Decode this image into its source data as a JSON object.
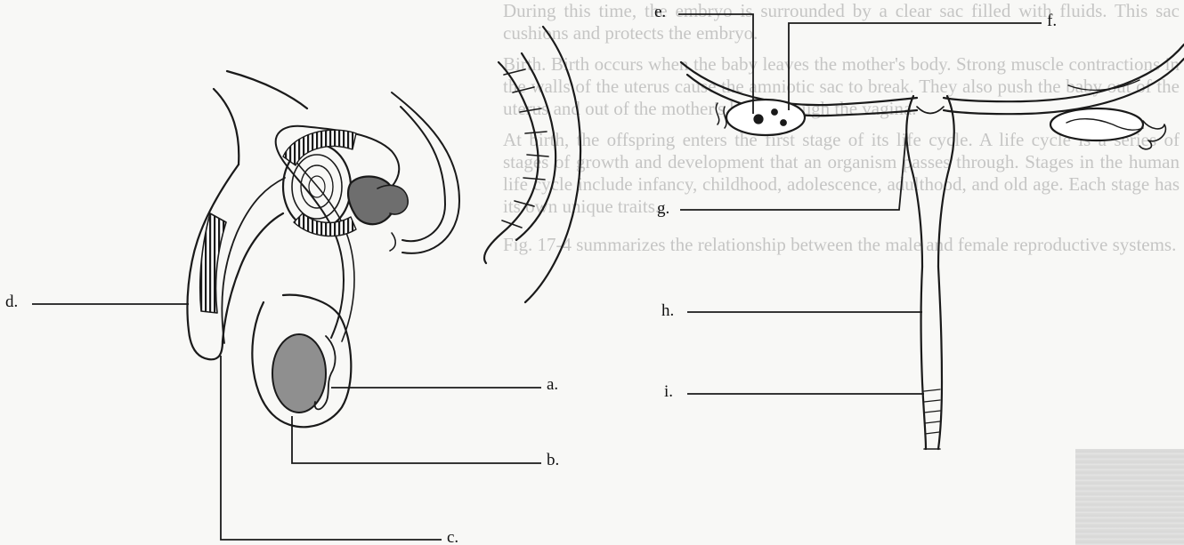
{
  "background_text": {
    "paragraphs": [
      "During this time, the embryo is surrounded by a clear sac filled with fluids. This sac cushions and protects the embryo.",
      "Birth. Birth occurs when the baby leaves the mother's body. Strong muscle contractions in the walls of the uterus cause the amniotic sac to break. They also push the baby out of the uterus and out of the mother's body through the vagina.",
      "At birth, the offspring enters the first stage of its life cycle. A life cycle is a series of stages of growth and development that an organism passes through. Stages in the human life cycle include infancy, childhood, adolescence, adulthood, and old age. Each stage has its own unique traits.",
      "Fig. 17-4 summarizes the relationship between the male and female reproductive systems."
    ]
  },
  "labels": {
    "a": "a.",
    "b": "b.",
    "c": "c.",
    "d": "d.",
    "e": "e.",
    "f": "f.",
    "g": "g.",
    "h": "h.",
    "i": "i."
  },
  "colors": {
    "ink": "#1a1a1a",
    "shade": "#777777",
    "ghost_text": "#9c9c9c"
  }
}
